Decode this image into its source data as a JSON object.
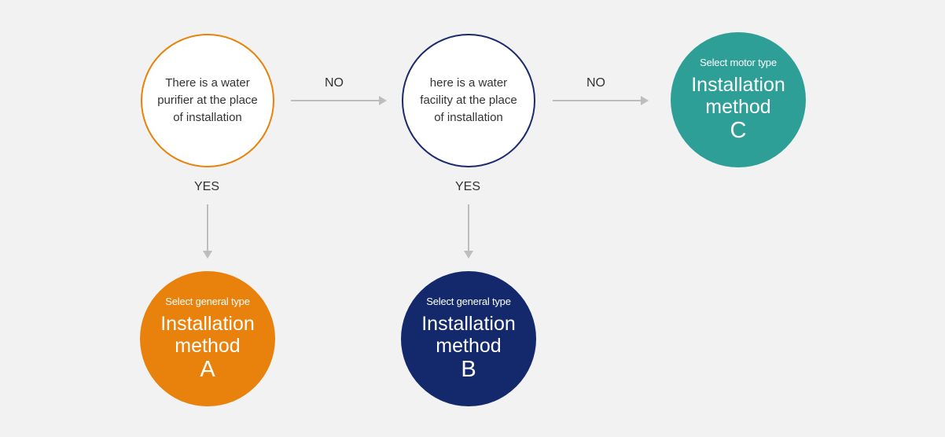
{
  "decisions": [
    {
      "text": "There is a water purifier at the place of installation",
      "color": "#e8820c"
    },
    {
      "text": "here is a water facility at the place of installation",
      "color": "#1a2a6c"
    }
  ],
  "edges": {
    "no1": "NO",
    "no2": "NO",
    "yes1": "YES",
    "yes2": "YES"
  },
  "results": {
    "a": {
      "subtitle": "Select general type",
      "line1": "Installation",
      "line2": "method",
      "letter": "A",
      "color": "#e8820c"
    },
    "b": {
      "subtitle": "Select general type",
      "line1": "Installation",
      "line2": "method",
      "letter": "B",
      "color": "#13296b"
    },
    "c": {
      "subtitle": "Select motor type",
      "line1": "Installation",
      "line2": "method",
      "letter": "C",
      "color": "#2e9f97"
    }
  },
  "arrow_color": "#bdbdbd"
}
